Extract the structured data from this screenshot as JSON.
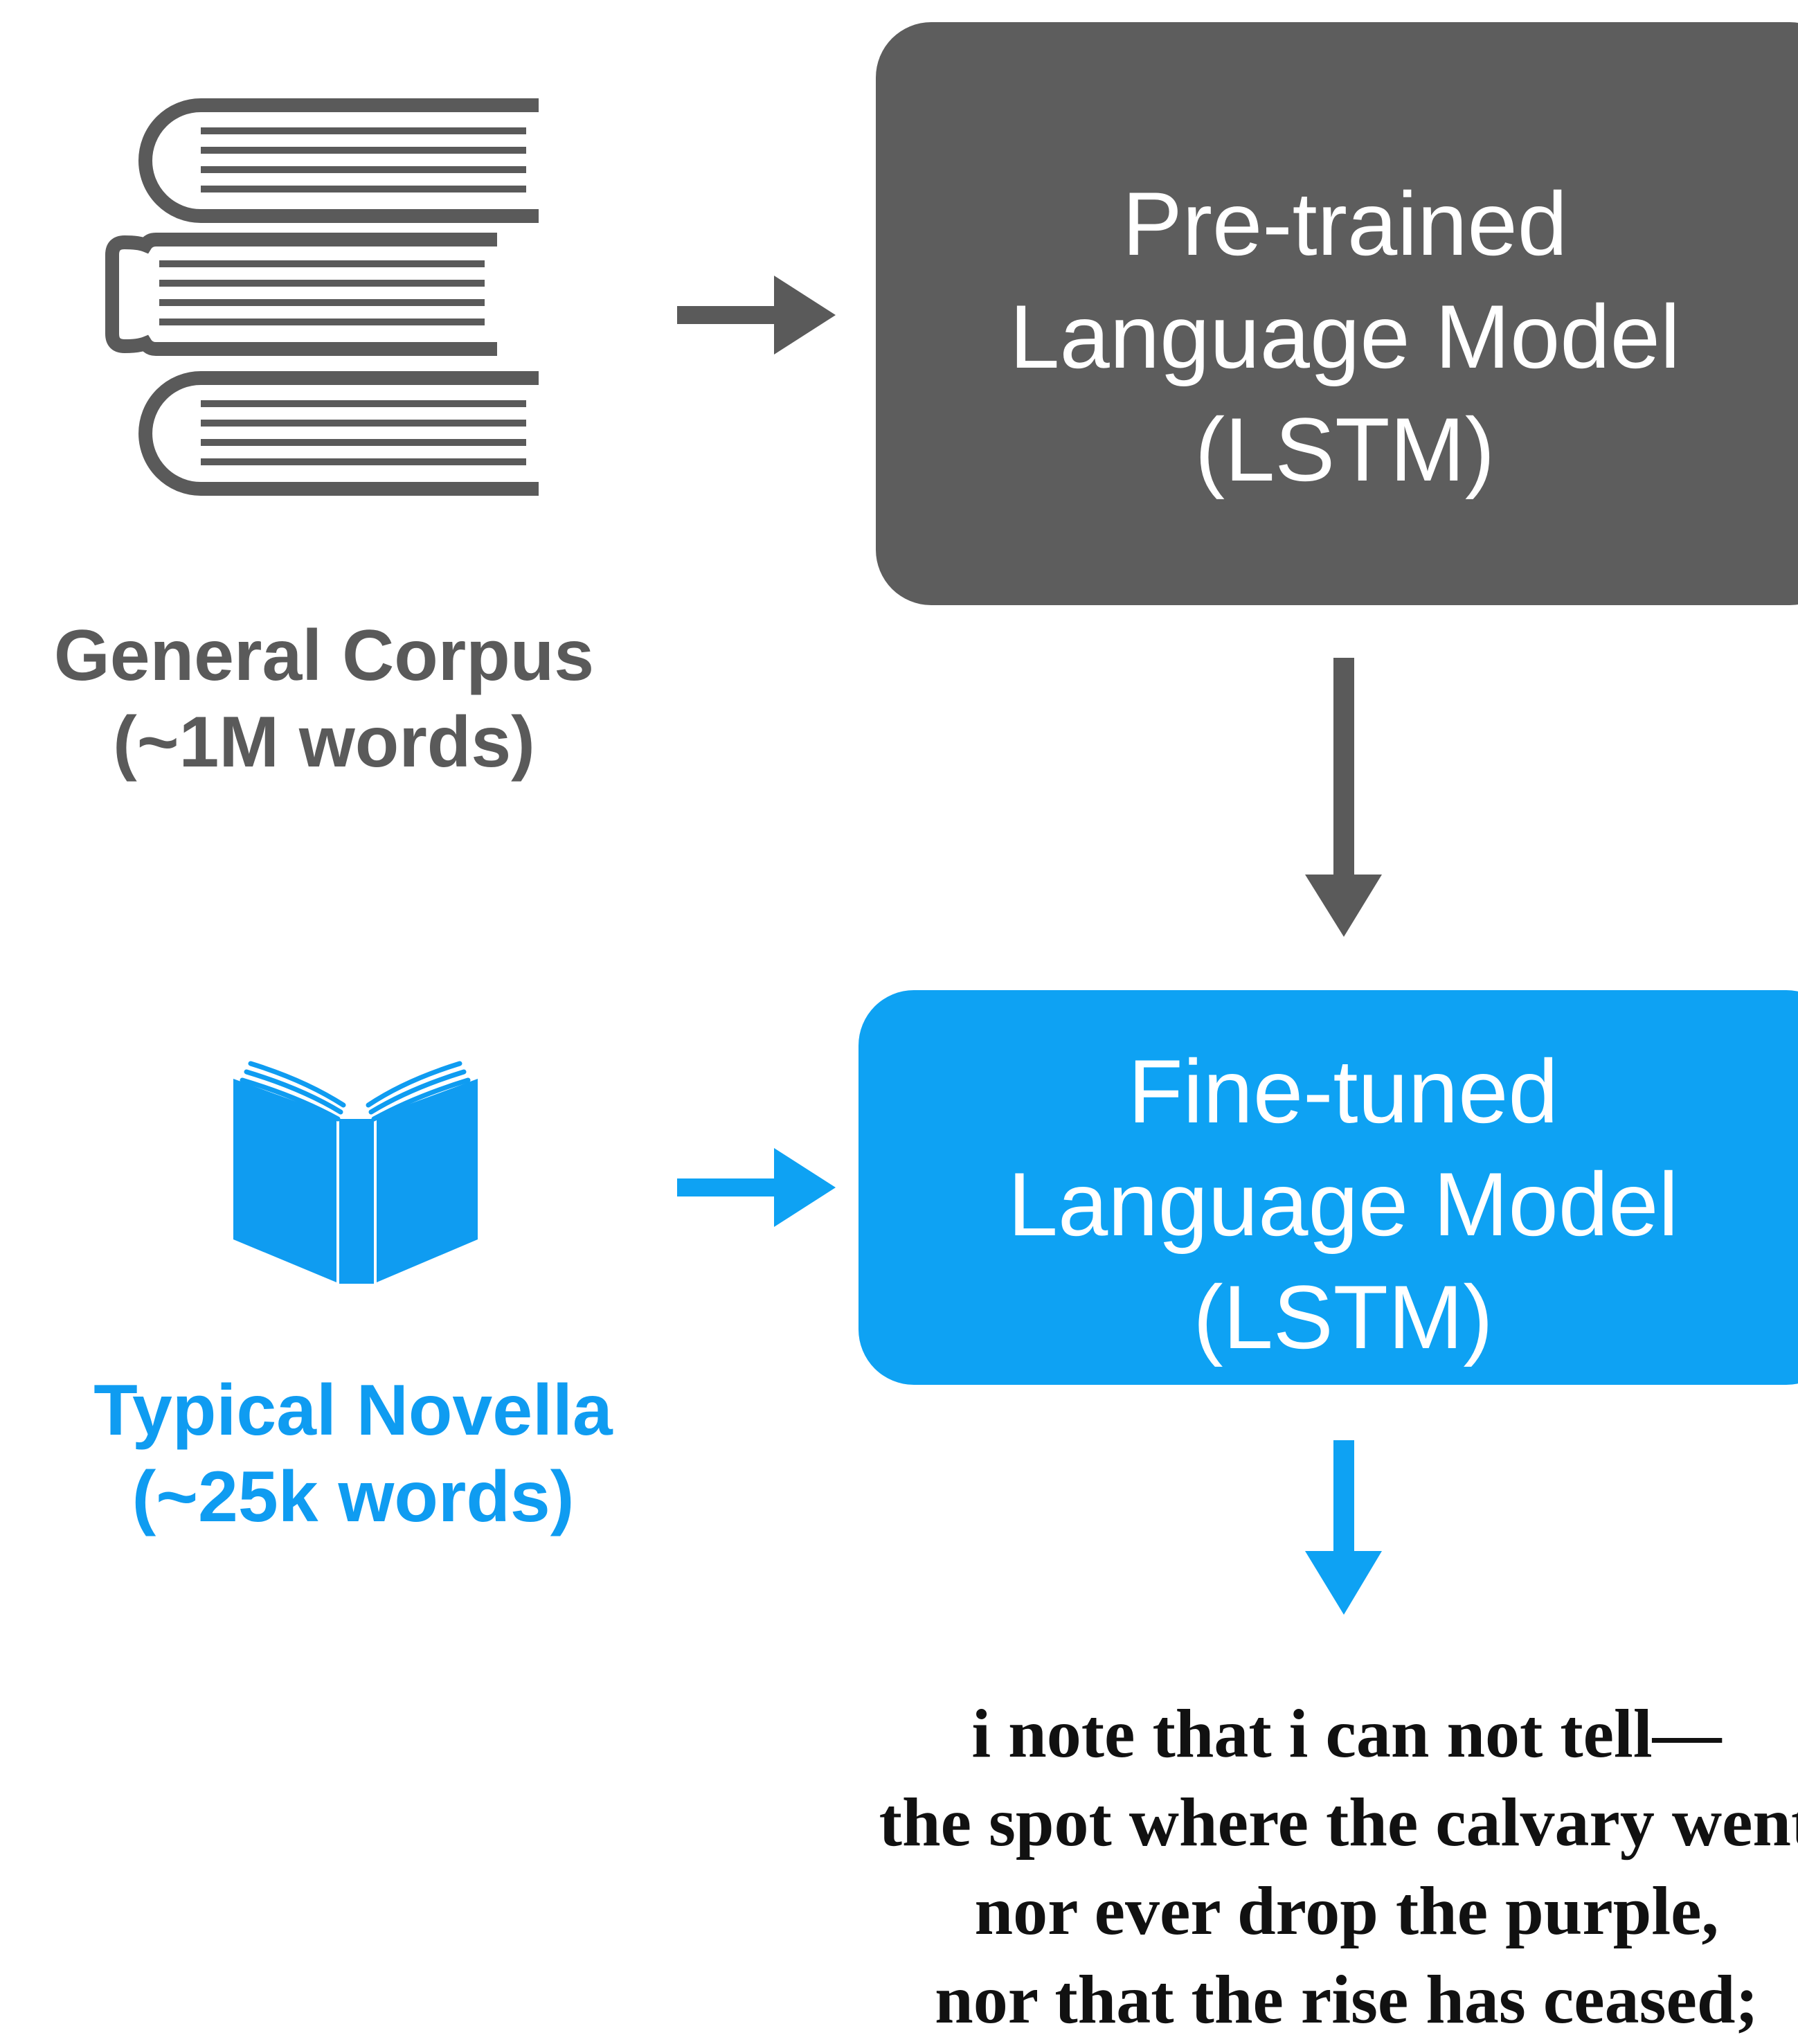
{
  "colors": {
    "general": "#5a5a5a",
    "fine_tuned": "#0ea2f3",
    "text_on_box": "#ffffff",
    "poem_text": "#111111"
  },
  "icons": {
    "general_corpus": "stacked-books-icon",
    "novella": "open-book-icon"
  },
  "general_corpus": {
    "line1": "General Corpus",
    "line2": "(~1M words)"
  },
  "novella": {
    "line1": "Typical Novella",
    "line2": "(~25k words)"
  },
  "pretrained_model": {
    "line1": "Pre-trained",
    "line2": "Language Model",
    "line3": "(LSTM)"
  },
  "finetuned_model": {
    "line1": "Fine-tuned",
    "line2": "Language Model",
    "line3": "(LSTM)"
  },
  "poem": {
    "lines": [
      "i note that i can not tell—",
      "the spot where the calvary went",
      "nor ever drop the purple,",
      "nor that the rise has ceased;"
    ]
  }
}
